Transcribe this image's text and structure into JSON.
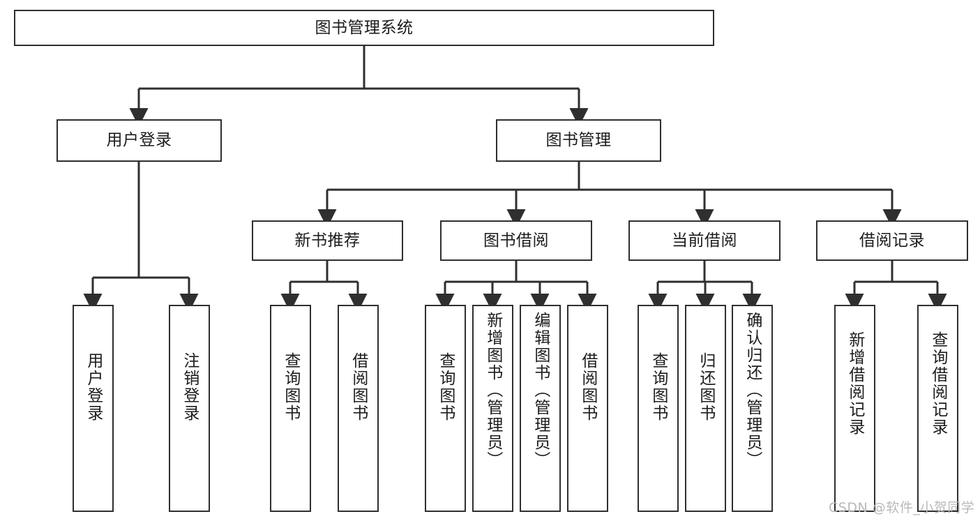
{
  "diagram": {
    "type": "tree",
    "title": "图书管理系统",
    "watermark": "CSDN @软件_小贺同学",
    "colors": {
      "node_border": "#2f2f2f",
      "node_fill": "#ffffff",
      "edge": "#2f2f2f",
      "text": "#1c1c1c",
      "watermark": "#b9b9b9",
      "background": "#ffffff"
    },
    "nodes": {
      "root": {
        "id": "root",
        "label": "图书管理系统",
        "level": 1,
        "orientation": "horizontal"
      },
      "level2": [
        {
          "id": "user-login",
          "label": "用户登录",
          "level": 2,
          "orientation": "horizontal"
        },
        {
          "id": "book-manage",
          "label": "图书管理",
          "level": 2,
          "orientation": "horizontal"
        }
      ],
      "level3": [
        {
          "id": "new-book-recommend",
          "label": "新书推荐",
          "level": 3,
          "orientation": "horizontal"
        },
        {
          "id": "book-borrow",
          "label": "图书借阅",
          "level": 3,
          "orientation": "horizontal"
        },
        {
          "id": "current-borrow",
          "label": "当前借阅",
          "level": 3,
          "orientation": "horizontal"
        },
        {
          "id": "borrow-record",
          "label": "借阅记录",
          "level": 3,
          "orientation": "horizontal"
        }
      ],
      "leaves": [
        {
          "id": "leaf-user-login",
          "label": "用户登录",
          "parent": "user-login",
          "orientation": "vertical"
        },
        {
          "id": "leaf-user-logout",
          "label": "注销登录",
          "parent": "user-login",
          "orientation": "vertical"
        },
        {
          "id": "leaf-query-book-1",
          "label": "查询图书",
          "parent": "new-book-recommend",
          "orientation": "vertical"
        },
        {
          "id": "leaf-borrow-book-1",
          "label": "借阅图书",
          "parent": "new-book-recommend",
          "orientation": "vertical"
        },
        {
          "id": "leaf-query-book-2",
          "label": "查询图书",
          "parent": "book-borrow",
          "orientation": "vertical"
        },
        {
          "id": "leaf-add-book",
          "label": "新增图书（管理员）",
          "parent": "book-borrow",
          "orientation": "vertical"
        },
        {
          "id": "leaf-edit-book",
          "label": "编辑图书（管理员）",
          "parent": "book-borrow",
          "orientation": "vertical"
        },
        {
          "id": "leaf-borrow-book-2",
          "label": "借阅图书",
          "parent": "book-borrow",
          "orientation": "vertical"
        },
        {
          "id": "leaf-query-book-3",
          "label": "查询图书",
          "parent": "current-borrow",
          "orientation": "vertical"
        },
        {
          "id": "leaf-return-book",
          "label": "归还图书",
          "parent": "current-borrow",
          "orientation": "vertical"
        },
        {
          "id": "leaf-confirm-return",
          "label": "确认归还（管理员）",
          "parent": "current-borrow",
          "orientation": "vertical"
        },
        {
          "id": "leaf-add-record",
          "label": "新增借阅记录",
          "parent": "borrow-record",
          "orientation": "vertical"
        },
        {
          "id": "leaf-query-record",
          "label": "查询借阅记录",
          "parent": "borrow-record",
          "orientation": "vertical"
        }
      ]
    }
  }
}
